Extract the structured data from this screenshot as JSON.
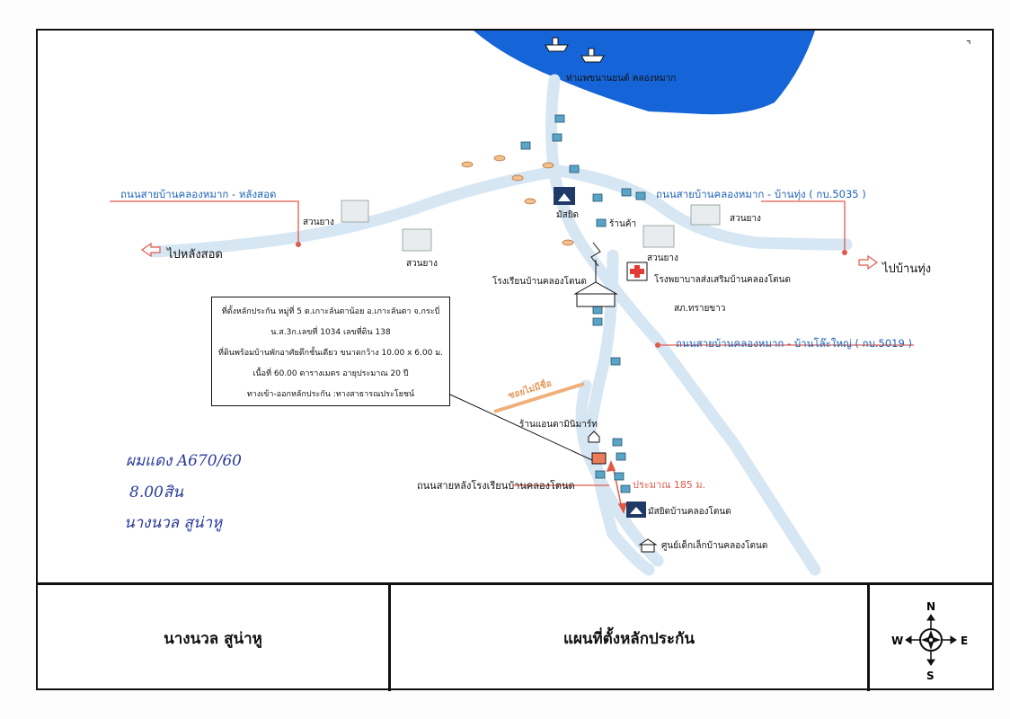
{
  "map": {
    "pier_label": "ท่าแพขนานยนต์ คลองหมาก",
    "roads": [
      "ถนนสายบ้านคลองหมาก - หลังสอด",
      "ถนนสายบ้านคลองหมาก - บ้านทุ่ง ( กบ.5035 )",
      "ถนนสายบ้านคลองหมาก - บ้านโล๊ะใหญ่ ( กบ.5019 )",
      "ถนนสายหลังโรงเรียนบ้านคลองโตนด"
    ],
    "directions": {
      "left": "ไปหลังสอด",
      "right": "ไปบ้านทุ่ง"
    },
    "places": {
      "rubber1": "สวนยาง",
      "rubber2": "สวนยาง",
      "rubber3": "สวนยาง",
      "rubber4": "สวนยาง",
      "mosque": "มัสยิด",
      "shop": "ร้านค้า",
      "school": "โรงเรียนบ้านคลองโตนด",
      "hospital": "โรงพยาบาลส่งเสริมบ้านคลองโตนด",
      "so": "สภ.ทรายขาว",
      "soi": "ซอยไม่มีชื่อ",
      "minimart": "ร้านแอนดามินิมาร์ท",
      "mosque2": "มัสยิดบ้านคลองโตนด",
      "childcenter": "ศูนย์เด็กเล็กบ้านคลองโตนด"
    },
    "distance": "ประมาณ 185 ม.",
    "info_box": {
      "line1": "ที่ตั้งหลักประกัน หมู่ที่ 5 ต.เกาะลันตาน้อย อ.เกาะลันตา จ.กระบี่",
      "line2": "น.ส.3ก.เลขที่ 1034 เลขที่ดิน 138",
      "line3": "ที่ดินพร้อมบ้านพักอาศัยตึกชั้นเดียว ขนาดกว้าง 10.00 x 6.00 ม.",
      "line4": "เนื้อที่ 60.00 ตารางเมตร อายุประมาณ  20  ปี",
      "line5": "ทางเข้า-ออกหลักประกัน :ทางสาธารณประโยชน์"
    },
    "handwriting": [
      "ผมแดง  A670/60",
      "8.00สิน",
      "นางนวล สูน่าหู"
    ],
    "colors": {
      "water": "#1565d8",
      "road": "#d6e6f3",
      "road_label": "#1f63b8",
      "pointer": "#e05a4a",
      "collateral": "#ee7b58"
    }
  },
  "footer": {
    "owner": "นางนวล  สูน่าหู",
    "title": "แผนที่ตั้งหลักประกัน",
    "compass": {
      "n": "N",
      "s": "S",
      "e": "E",
      "w": "W"
    }
  }
}
